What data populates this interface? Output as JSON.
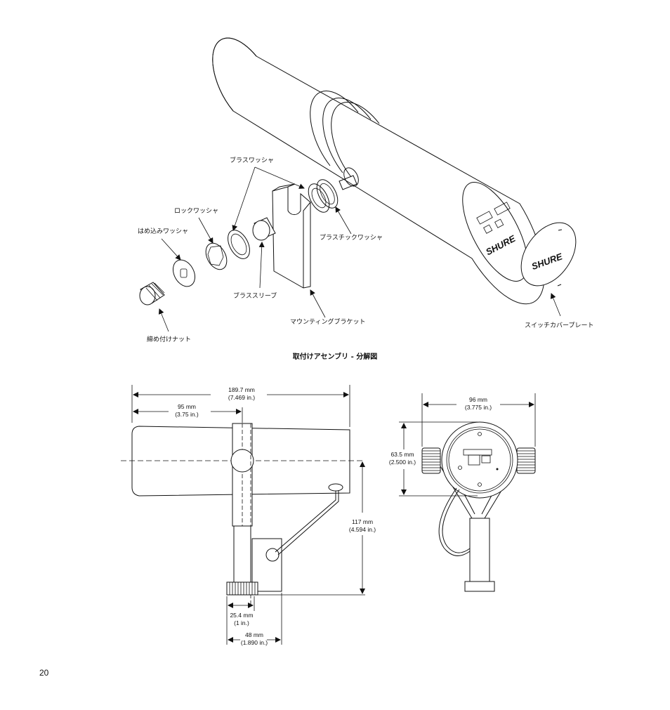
{
  "exploded_view": {
    "labels": {
      "brass_washer": "ブラスワッシャ",
      "lock_washer": "ロックワッシャ",
      "insert_washer": "はめ込みワッシャ",
      "plastic_washer": "プラスチックワッシャ",
      "brass_sleeve": "ブラススリーブ",
      "mounting_bracket": "マウンティングブラケット",
      "tightening_nut": "締め付けナット",
      "switch_cover_plate": "スイッチカバープレート"
    },
    "logo_text": "SHURE",
    "caption": "取付けアセンブリ - 分解図"
  },
  "side_view": {
    "overall_length": {
      "mm": "189.7 mm",
      "in": "(7.469 in.)"
    },
    "mount_offset": {
      "mm": "95 mm",
      "in": "(3.75 in.)"
    },
    "height": {
      "mm": "117 mm",
      "in": "(4.594 in.)"
    },
    "nut_width": {
      "mm": "25.4 mm",
      "in": "(1 in.)"
    },
    "base_width": {
      "mm": "48 mm",
      "in": "(1.890 in.)"
    }
  },
  "front_view": {
    "width": {
      "mm": "96 mm",
      "in": "(3.775 in.)"
    },
    "height": {
      "mm": "63.5 mm",
      "in": "(2.500 in.)"
    }
  },
  "page_number": "20"
}
